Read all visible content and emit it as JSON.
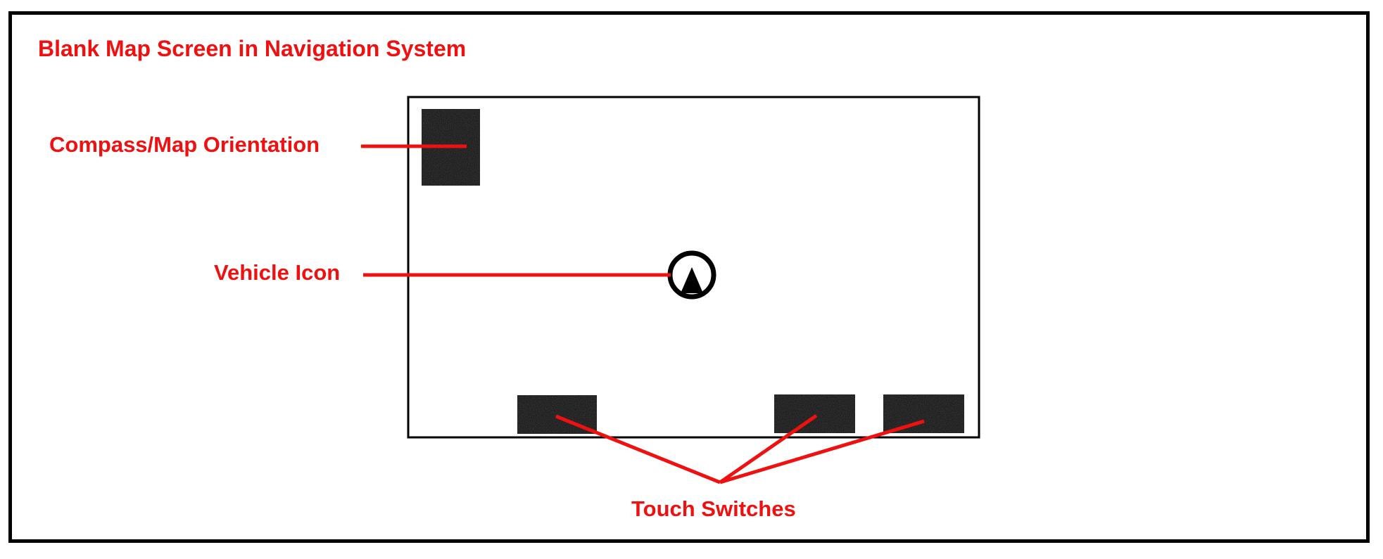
{
  "diagram": {
    "title": "Blank Map Screen in Navigation System",
    "labels": {
      "compass": "Compass/Map Orientation",
      "vehicle": "Vehicle Icon",
      "touch_switches": "Touch Switches"
    },
    "icons": {
      "compass_block": "compass-block-icon",
      "vehicle_icon": "vehicle-position-icon",
      "touch_switch": "touch-switch-block-icon"
    },
    "colors": {
      "annotation": "#ee1111",
      "outline": "#000000",
      "fill": "#000000",
      "background": "#ffffff"
    }
  }
}
